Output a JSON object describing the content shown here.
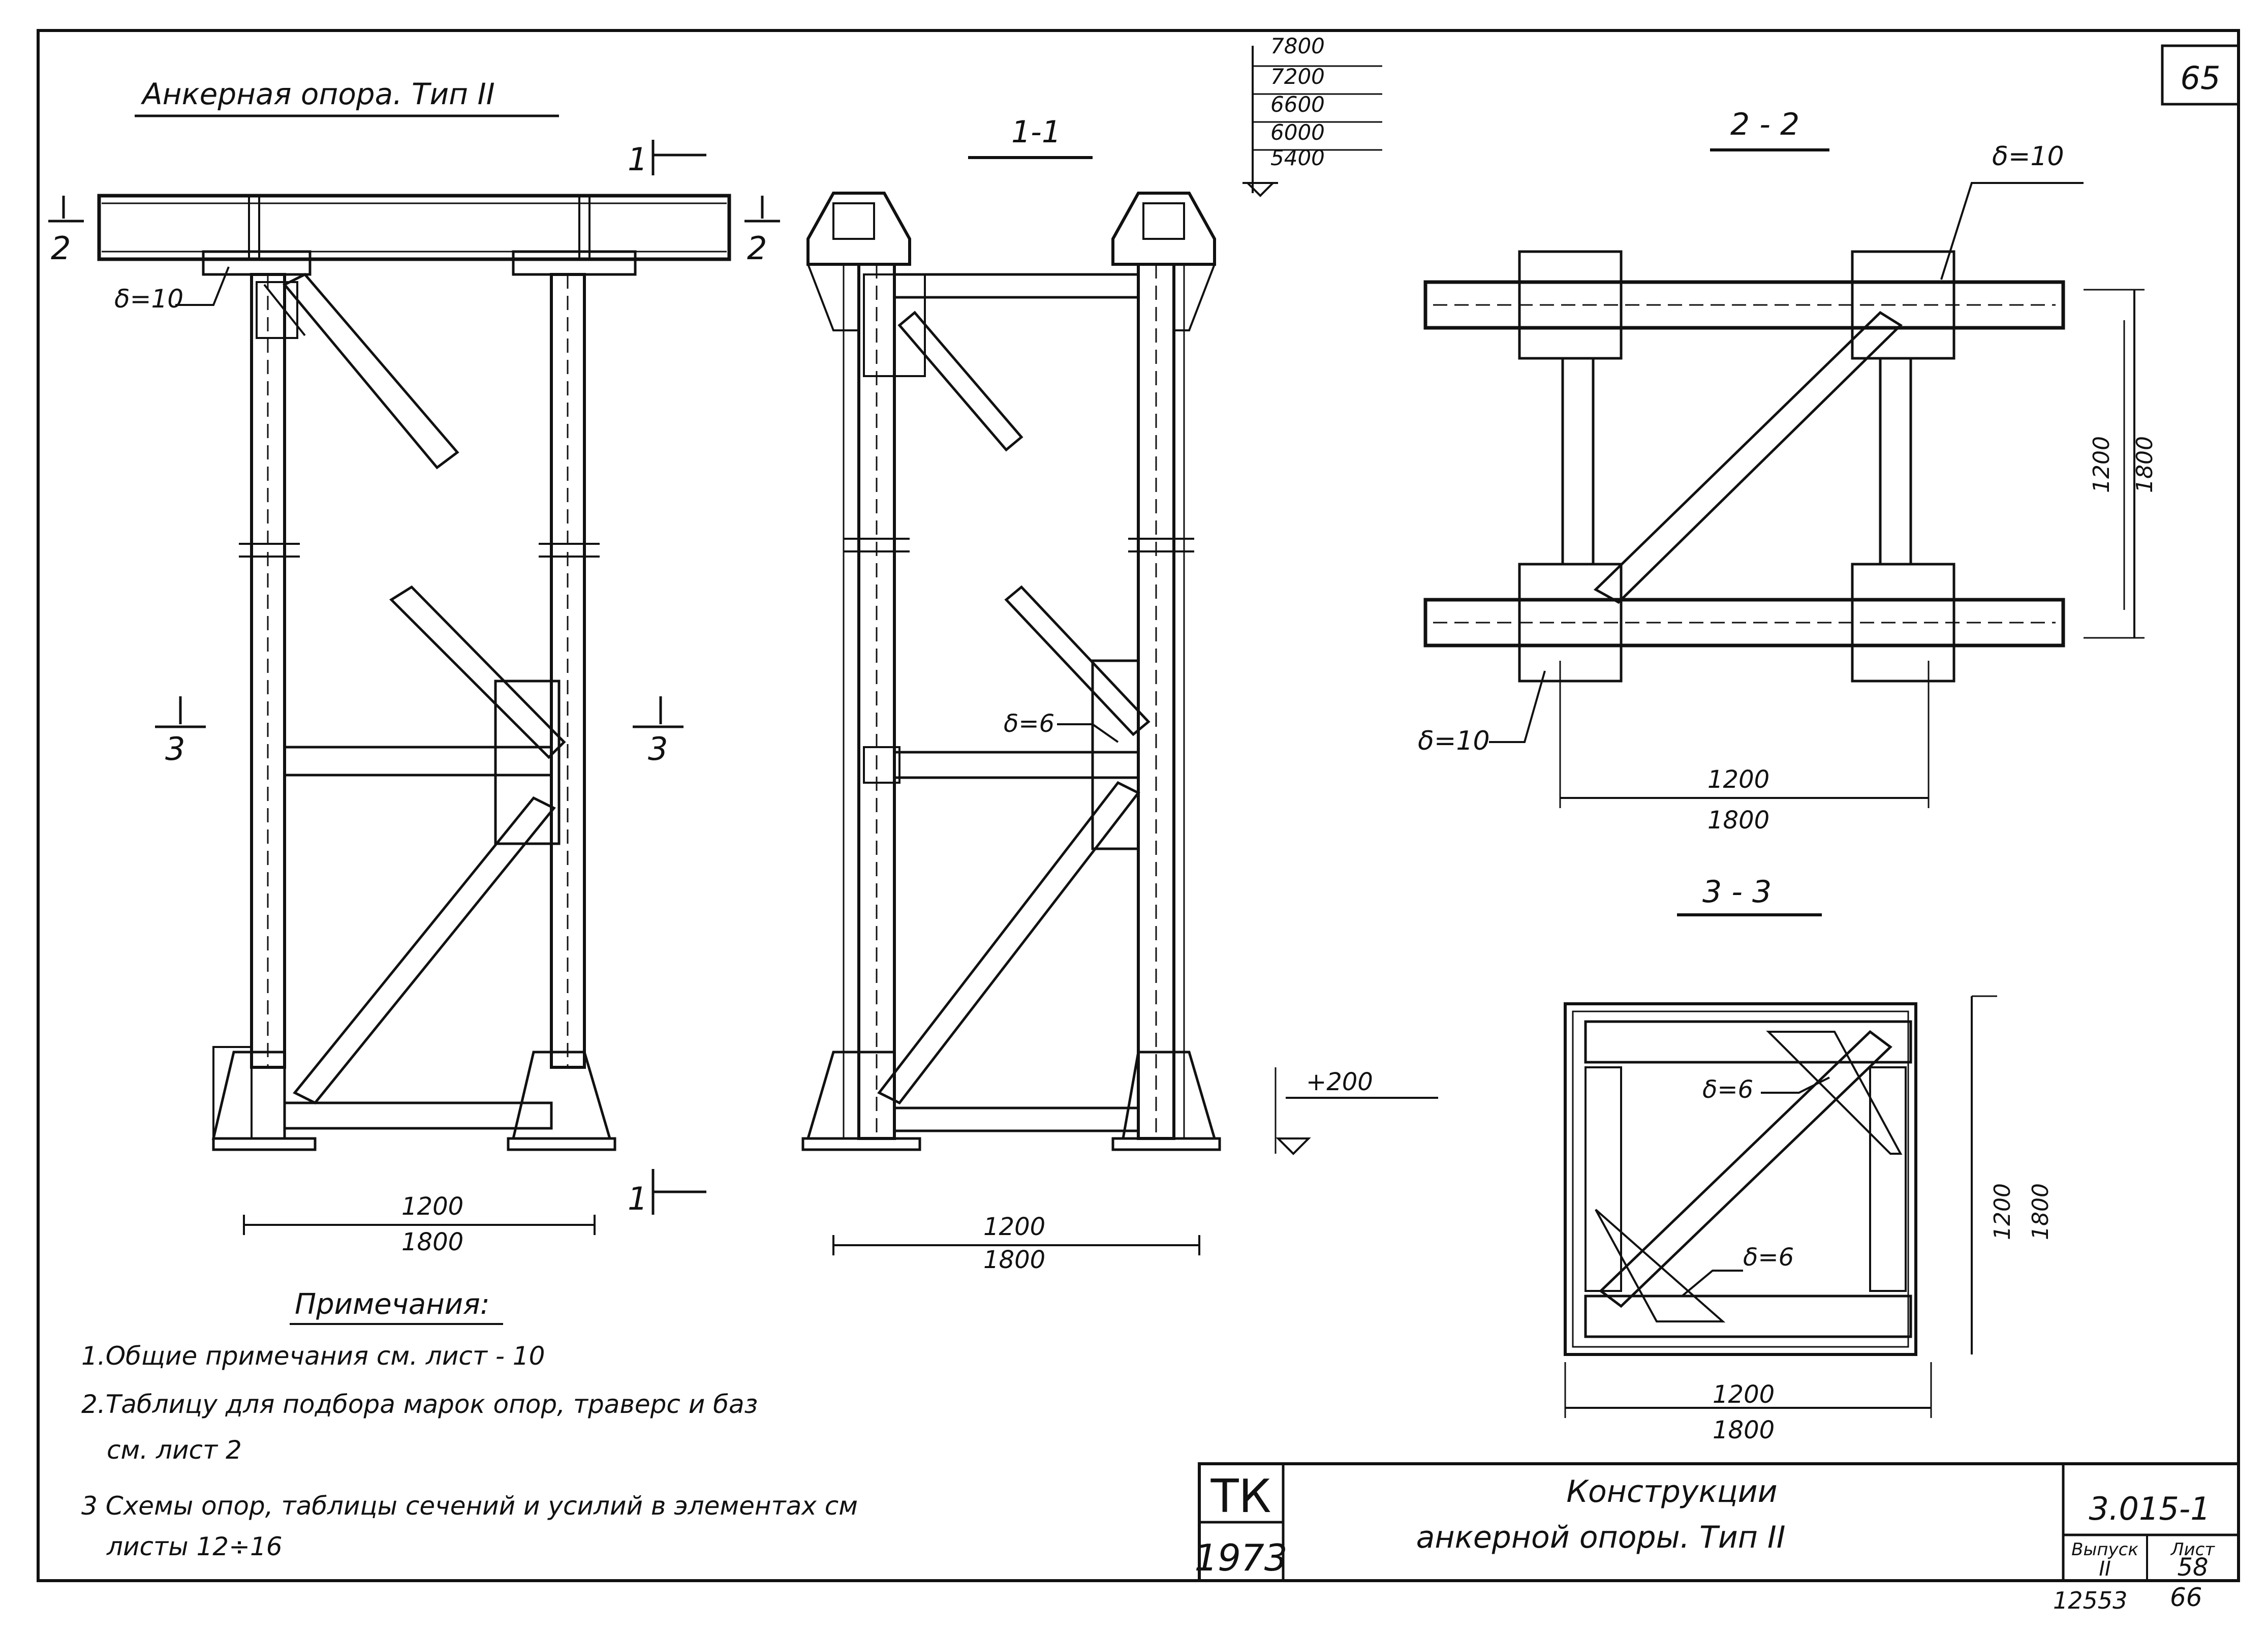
{
  "sheet_number_top": "65",
  "main_view": {
    "title": "Анкерная опора. Тип II"
  },
  "section_markers": {
    "s1": "1",
    "s2": "2",
    "s3": "3"
  },
  "plate_labels": {
    "d10": "δ=10",
    "d6": "δ=6"
  },
  "elevations": [
    "7800",
    "7200",
    "6600",
    "6000",
    "5400"
  ],
  "base_elevation": "+200",
  "sections": {
    "s11": "1-1",
    "s22": "2 - 2",
    "s33": "3 - 3"
  },
  "dimensions": {
    "inner": "1200",
    "outer": "1800"
  },
  "notes": {
    "title": "Примечания:",
    "items": [
      "1.Общие примечания см. лист - 10",
      "2.Таблицу для подбора марок опор, траверс и баз",
      "см. лист 2",
      "3 Схемы опор, таблицы сечений и усилий в элементах см",
      "листы 12÷16"
    ]
  },
  "title_block": {
    "org": "ТК",
    "year": "1973",
    "title_line1": "Конструкции",
    "title_line2": "анкерной опоры. Тип II",
    "code": "3.015-1",
    "issue_label": "Выпуск",
    "issue": "II",
    "sheet_label": "Лист",
    "sheet": "58"
  },
  "footer": {
    "number": "12553",
    "page": "66"
  }
}
